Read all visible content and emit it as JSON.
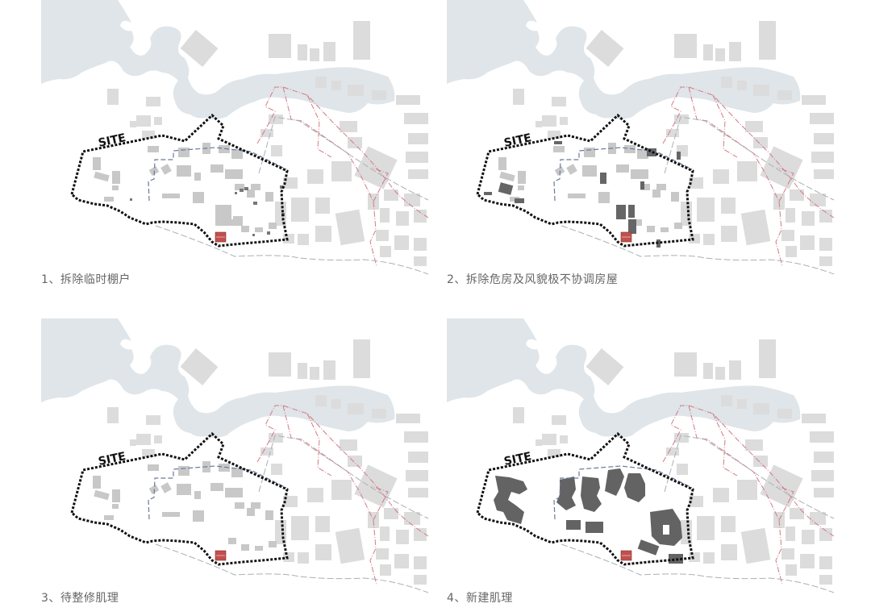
{
  "figure": {
    "panels": [
      {
        "id": 1,
        "caption": "1、拆除临时棚户",
        "site_label": "SITE",
        "highlight": "temporary-shacks-removed"
      },
      {
        "id": 2,
        "caption": "2、拆除危房及风貌极不协调房屋",
        "site_label": "SITE",
        "highlight": "dangerous-and-incongruous-buildings"
      },
      {
        "id": 3,
        "caption": "3、待整修肌理",
        "site_label": "SITE",
        "highlight": "fabric-to-be-renovated"
      },
      {
        "id": 4,
        "caption": "4、新建肌理",
        "site_label": "SITE",
        "highlight": "new-building-fabric"
      }
    ],
    "colors": {
      "water": "#dfe5e8",
      "context_building": "#dcdcdc",
      "site_building": "#c8c8c8",
      "demolish_building": "#666666",
      "new_building": "#636363",
      "site_boundary": "#111111",
      "blue_dash": "#6a7a9a",
      "red_dash": "#d27a86",
      "heritage": "#c0504d",
      "caption_text": "#666666"
    }
  }
}
